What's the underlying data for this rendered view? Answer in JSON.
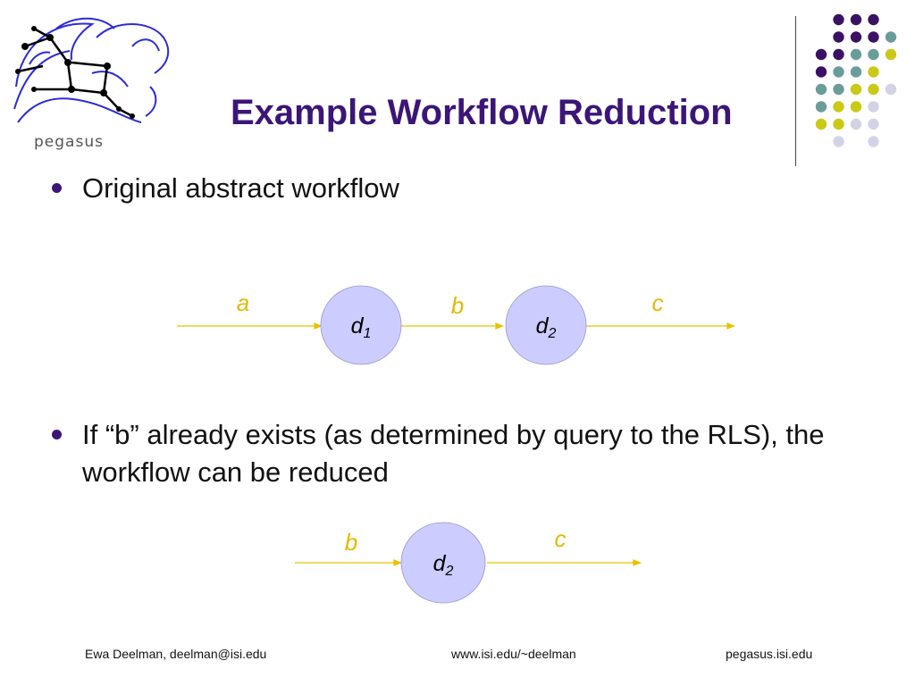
{
  "slide": {
    "title": "Example Workflow Reduction",
    "logo_text": "pegasus",
    "bullets": [
      {
        "text": "Original abstract workflow"
      },
      {
        "text": "If “b” already exists (as determined by query to the RLS), the workflow can be reduced"
      }
    ]
  },
  "colors": {
    "title": "#3b1677",
    "node_fill": "#ccccff",
    "edge": "#e6c200",
    "edge_label": "#e6b800",
    "dot_purple": "#3b1263",
    "dot_teal": "#6a9c9a",
    "dot_yellow": "#c9c917",
    "dot_lilac": "#d3d3e6"
  },
  "diagram_original": {
    "nodes": [
      {
        "id": "d1",
        "base": "d",
        "sub": "1"
      },
      {
        "id": "d2",
        "base": "d",
        "sub": "2"
      }
    ],
    "edges": [
      {
        "label": "a",
        "from": "",
        "to": "d1"
      },
      {
        "label": "b",
        "from": "d1",
        "to": "d2"
      },
      {
        "label": "c",
        "from": "d2",
        "to": ""
      }
    ]
  },
  "diagram_reduced": {
    "nodes": [
      {
        "id": "d2",
        "base": "d",
        "sub": "2"
      }
    ],
    "edges": [
      {
        "label": "b",
        "from": "",
        "to": "d2"
      },
      {
        "label": "c",
        "from": "d2",
        "to": ""
      }
    ]
  },
  "footer": {
    "author": "Ewa Deelman, deelman@isi.edu",
    "url": "www.isi.edu/~deelman",
    "site": "pegasus.isi.edu"
  }
}
